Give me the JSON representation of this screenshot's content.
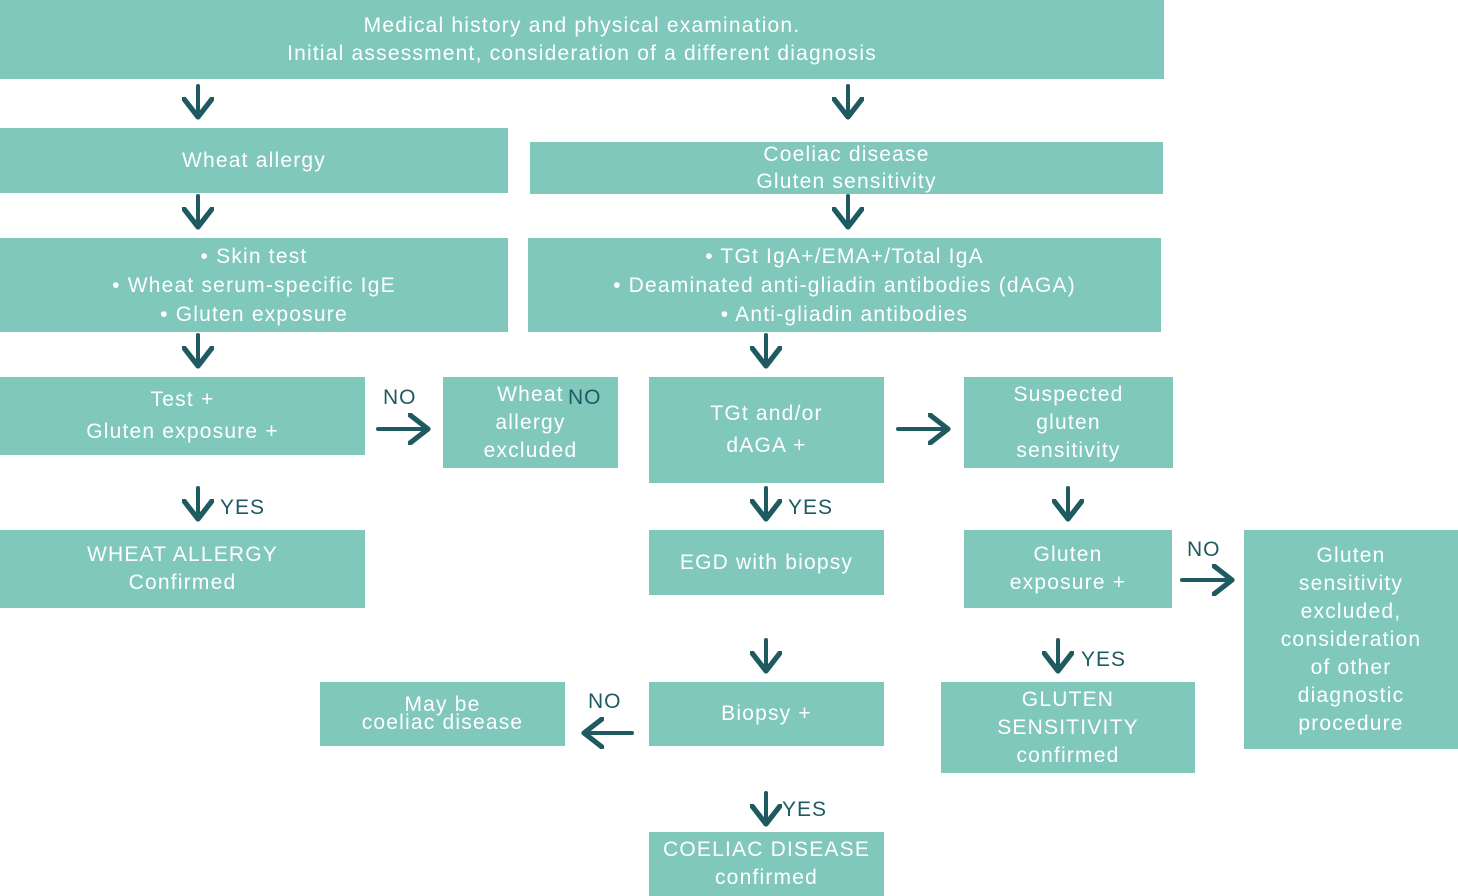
{
  "colors": {
    "box_fill": "#81c8bc",
    "box_text": "#ffffff",
    "arrow": "#1f5a61"
  },
  "boxes": {
    "top": [
      "Medical history and physical examination.",
      "Initial assessment, consideration of a different diagnosis"
    ],
    "wheat_allergy": [
      "Wheat allergy"
    ],
    "coeliac_gluten": [
      "Coeliac disease",
      "Gluten sensitivity"
    ],
    "wheat_tests": [
      "• Skin test",
      "• Wheat serum-specific IgE",
      "• Gluten exposure"
    ],
    "coeliac_tests": [
      "• TGt IgA+/EMA+/Total  IgA",
      "• Deaminated anti-gliadin antibodies (dAGA)",
      "• Anti-gliadin antibodies"
    ],
    "test_plus": [
      "Test +",
      "Gluten exposure +"
    ],
    "wheat_excluded": [
      "Wheat",
      "allergy",
      "excluded"
    ],
    "tgt_daga": [
      "TGt and/or",
      "dAGA +"
    ],
    "suspected": [
      "Suspected",
      "gluten",
      "sensitivity"
    ],
    "wheat_confirmed": [
      "WHEAT ALLERGY",
      "Confirmed"
    ],
    "egd": [
      "EGD with biopsy"
    ],
    "gluten_exposure": [
      "Gluten",
      "exposure +"
    ],
    "gluten_excluded": [
      "Gluten",
      "sensitivity",
      "excluded,",
      "consideration",
      "of other",
      "diagnostic",
      "procedure"
    ],
    "may_be": [
      "May be",
      "coeliac disease"
    ],
    "biopsy": [
      "Biopsy +"
    ],
    "gluten_confirmed": [
      "GLUTEN",
      "SENSITIVITY",
      "confirmed"
    ],
    "coeliac_confirmed": [
      "COELIAC DISEASE",
      "confirmed"
    ]
  },
  "labels": {
    "no_test": "NO",
    "no_overlap": "NO",
    "yes_wheat": "YES",
    "yes_tgt": "YES",
    "no_gluten": "NO",
    "yes_gluten": "YES",
    "no_biopsy": "NO",
    "yes_biopsy": "YES"
  }
}
